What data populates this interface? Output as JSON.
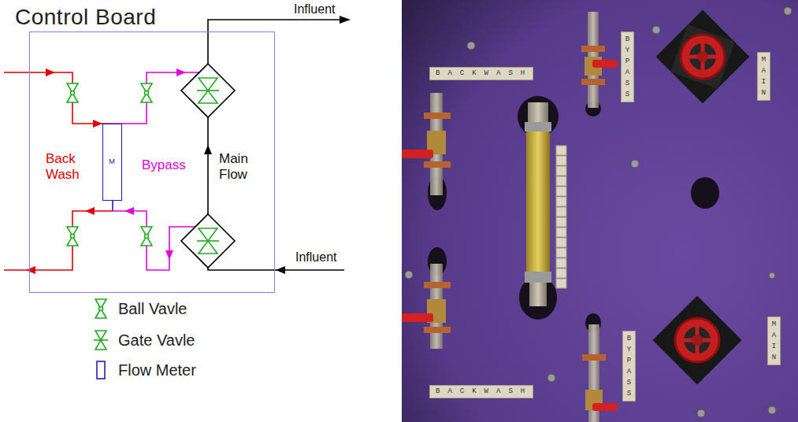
{
  "diagram": {
    "nodes": [
      {
        "text": [
          "Control Board"
        ]
      },
      {
        "text": [
          "M"
        ],
        "in": 0
      }
    ],
    "labels": [
      "Influent",
      "Influent",
      "Back Wash",
      "Bypass",
      "Main Flow",
      "BACKWASH",
      "BYPASS",
      "MAIN",
      "BYPASS",
      "MAIN",
      "BACKWASH"
    ],
    "legend": [
      {
        "text": "Ball Vavle"
      },
      {
        "text": "Gate Vavle"
      },
      {
        "text": "Flow Meter"
      }
    ]
  }
}
